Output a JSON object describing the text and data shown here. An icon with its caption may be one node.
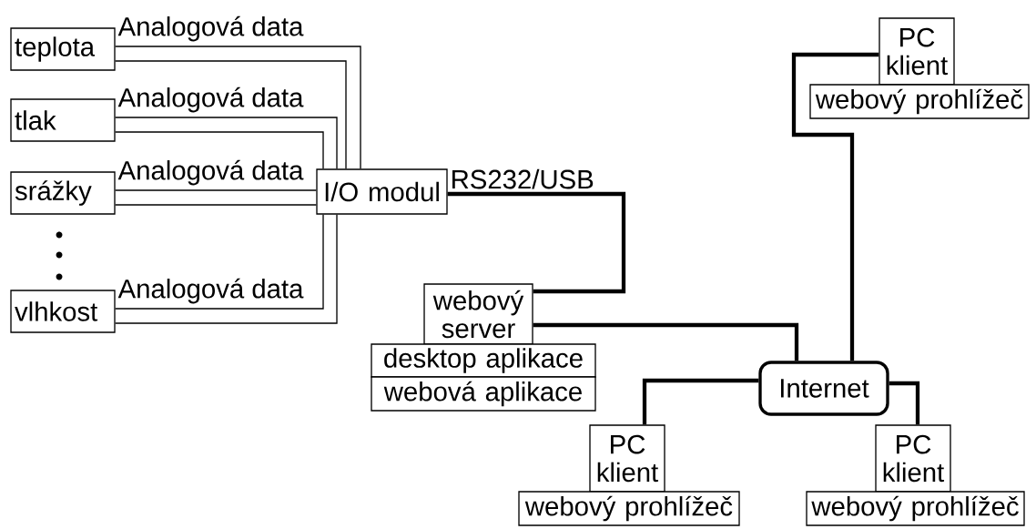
{
  "diagram": {
    "nodes": [
      {
        "text": [
          "teplota"
        ]
      },
      {
        "text": [
          "tlak"
        ]
      },
      {
        "text": [
          "srážky"
        ]
      },
      {
        "text": [
          "vlhkost"
        ]
      },
      {
        "text": [
          "I/O modul"
        ]
      },
      {
        "text": [
          "webový server"
        ]
      },
      {
        "text": [
          "desktop aplikace"
        ]
      },
      {
        "text": [
          "webová aplikace"
        ]
      },
      {
        "text": [
          "Internet"
        ]
      },
      {
        "text": [
          "PC",
          "klient"
        ]
      },
      {
        "text": [
          "webový prohlížeč"
        ]
      },
      {
        "text": [
          "PC",
          "klient"
        ]
      },
      {
        "text": [
          "webový prohlížeč"
        ]
      },
      {
        "text": [
          "PC",
          "klient"
        ]
      },
      {
        "text": [
          "webový prohlížeč"
        ]
      }
    ],
    "edges": [
      {
        "from": 0,
        "to": 4,
        "arrow": "none",
        "label": "Analogová data"
      },
      {
        "from": 0,
        "to": 4,
        "arrow": "none"
      },
      {
        "from": 1,
        "to": 4,
        "arrow": "none",
        "label": "Analogová data"
      },
      {
        "from": 1,
        "to": 4,
        "arrow": "none"
      },
      {
        "from": 2,
        "to": 4,
        "arrow": "none",
        "label": "Analogová data"
      },
      {
        "from": 2,
        "to": 4,
        "arrow": "none"
      },
      {
        "from": 3,
        "to": 4,
        "arrow": "none",
        "label": "Analogová data"
      },
      {
        "from": 3,
        "to": 4,
        "arrow": "none"
      },
      {
        "from": 4,
        "to": 5,
        "arrow": "none",
        "label": "RS232/USB",
        "style": "thick"
      },
      {
        "from": 5,
        "to": 8,
        "arrow": "none",
        "style": "thick"
      },
      {
        "from": 9,
        "to": 8,
        "arrow": "none",
        "style": "thick"
      },
      {
        "from": 8,
        "to": 11,
        "arrow": "none",
        "style": "thick"
      },
      {
        "from": 8,
        "to": 13,
        "arrow": "none",
        "style": "thick"
      }
    ]
  }
}
